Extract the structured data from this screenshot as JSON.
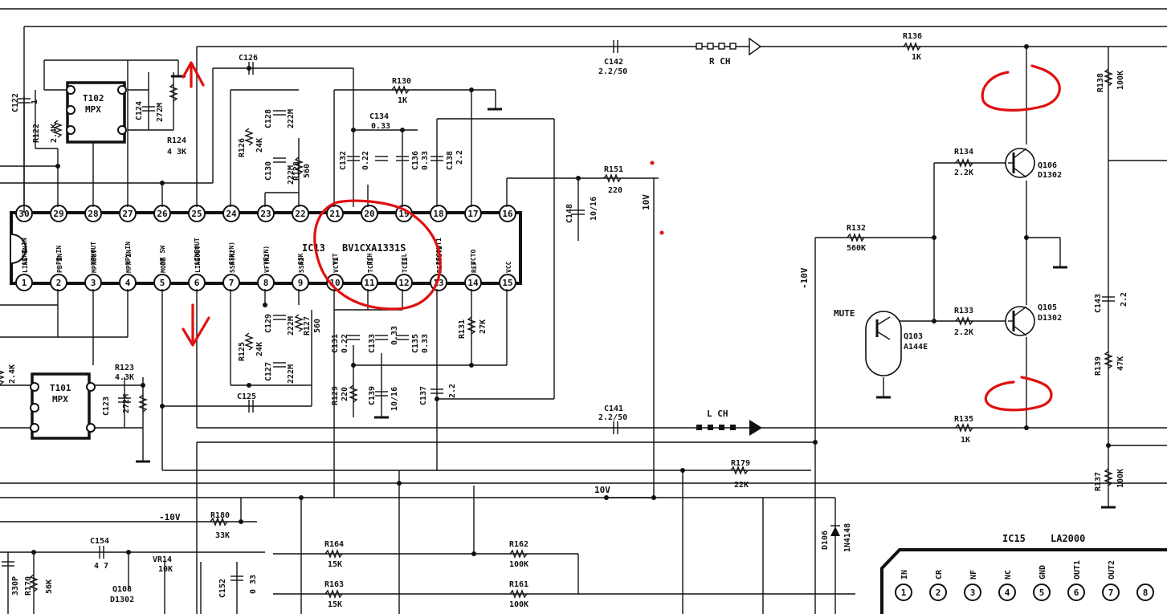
{
  "ic": {
    "ref": "IC13",
    "part": "BV1CXA1331S",
    "top_pins": [
      "30",
      "29",
      "28",
      "27",
      "26",
      "25",
      "24",
      "23",
      "22",
      "21",
      "20",
      "19",
      "18",
      "17",
      "16"
    ],
    "bottom_pins": [
      "1",
      "2",
      "3",
      "4",
      "5",
      "6",
      "7",
      "8",
      "9",
      "10",
      "11",
      "12",
      "13",
      "14",
      "15"
    ],
    "top_labels": [
      "LINE IN",
      "PB IN",
      "MPXOUT",
      "MPX IN",
      "NR SW",
      "LINEOUT",
      "SSK(N)",
      "VF(N)",
      "SSK",
      "VCT",
      "TCH",
      "TCL",
      "RECOUT1",
      "VCTO",
      ""
    ],
    "bottom_labels": [
      "LINE IN",
      "PB IN",
      "MPXOUT",
      "MPX IN",
      "MODE",
      "LINEOUT",
      "SSK(N2",
      "VF(N2",
      "SSK2",
      "VCT2",
      "TCH2",
      "TCL2",
      "RECOUT2",
      "REF",
      "VCC"
    ]
  },
  "transformers": [
    {
      "ref": "T102",
      "name": "MPX"
    },
    {
      "ref": "T101",
      "name": "MPX"
    }
  ],
  "components": [
    {
      "ref": "C122",
      "value": "1"
    },
    {
      "ref": "R122",
      "value": "2.4K"
    },
    {
      "ref": "C124",
      "value": "272M"
    },
    {
      "ref": "R124",
      "value": "4 3K"
    },
    {
      "ref": "C126",
      "value": ""
    },
    {
      "ref": "R126",
      "value": "24K"
    },
    {
      "ref": "C128",
      "value": "222M"
    },
    {
      "ref": "C130",
      "value": "222M"
    },
    {
      "ref": "R128",
      "value": "560"
    },
    {
      "ref": "R130",
      "value": "1K"
    },
    {
      "ref": "C134",
      "value": "0.33"
    },
    {
      "ref": "C132",
      "value": "0.22"
    },
    {
      "ref": "C136",
      "value": "0.33"
    },
    {
      "ref": "C138",
      "value": "2.2"
    },
    {
      "ref": "C142",
      "value": "2.2/50"
    },
    {
      "ref": "R136",
      "value": "1K"
    },
    {
      "ref": "R138",
      "value": "100K"
    },
    {
      "ref": "R151",
      "value": "220"
    },
    {
      "ref": "C148",
      "value": "10/16"
    },
    {
      "ref": "R134",
      "value": "2.2K"
    },
    {
      "ref": "Q106",
      "value": "D1302"
    },
    {
      "ref": "R132",
      "value": "560K"
    },
    {
      "ref": "R133",
      "value": "2.2K"
    },
    {
      "ref": "Q105",
      "value": "D1302"
    },
    {
      "ref": "Q103",
      "value": "A144E"
    },
    {
      "ref": "C143",
      "value": "2.2"
    },
    {
      "ref": "R139",
      "value": "47K"
    },
    {
      "ref": "R123",
      "value": "4.3K"
    },
    {
      "ref": "C123",
      "value": "272M"
    },
    {
      "ref": "R125",
      "value": "24K"
    },
    {
      "ref": "C129",
      "value": "222M"
    },
    {
      "ref": "C127",
      "value": "222M"
    },
    {
      "ref": "R127",
      "value": "560"
    },
    {
      "ref": "C125",
      "value": ""
    },
    {
      "ref": "C131",
      "value": "0.22"
    },
    {
      "ref": "C133",
      "value": "0.33"
    },
    {
      "ref": "C135",
      "value": "0.33"
    },
    {
      "ref": "R131",
      "value": "27K"
    },
    {
      "ref": "R129",
      "value": "220"
    },
    {
      "ref": "C139",
      "value": "10/16"
    },
    {
      "ref": "C137",
      "value": "2.2"
    },
    {
      "ref": "C141",
      "value": "2.2/50"
    },
    {
      "ref": "R135",
      "value": "1K"
    },
    {
      "ref": "R137",
      "value": "100K"
    },
    {
      "ref": "R179",
      "value": "22K"
    },
    {
      "ref": "R180",
      "value": "33K"
    },
    {
      "ref": "C154",
      "value": "4 7"
    },
    {
      "ref": "VR14",
      "value": "10K"
    },
    {
      "ref": "C152",
      "value": "0 33"
    },
    {
      "ref": "R164",
      "value": "15K"
    },
    {
      "ref": "R163",
      "value": "15K"
    },
    {
      "ref": "R162",
      "value": "100K"
    },
    {
      "ref": "R161",
      "value": "100K"
    },
    {
      "ref": "Q108",
      "value": "D1302"
    },
    {
      "ref": "R170",
      "value": "56K"
    },
    {
      "ref": "D106",
      "value": "1N4148"
    }
  ],
  "misc_values": {
    "c_330p": "330P",
    "r_left_2_4k": "2.4K"
  },
  "nets": {
    "r_ch": "R CH",
    "l_ch": "L CH",
    "v10_a": "10V",
    "v10_b": "10V",
    "vneg10_a": "-10V",
    "vneg10_b": "-10V",
    "mute": "MUTE"
  },
  "ic15": {
    "ref": "IC15",
    "part": "LA2000",
    "pins": [
      "1",
      "2",
      "3",
      "4",
      "5",
      "6",
      "7",
      "8"
    ],
    "labels": [
      "IN",
      "CR",
      "NF",
      "NC",
      "GND",
      "OUT1",
      "OUT2"
    ]
  }
}
